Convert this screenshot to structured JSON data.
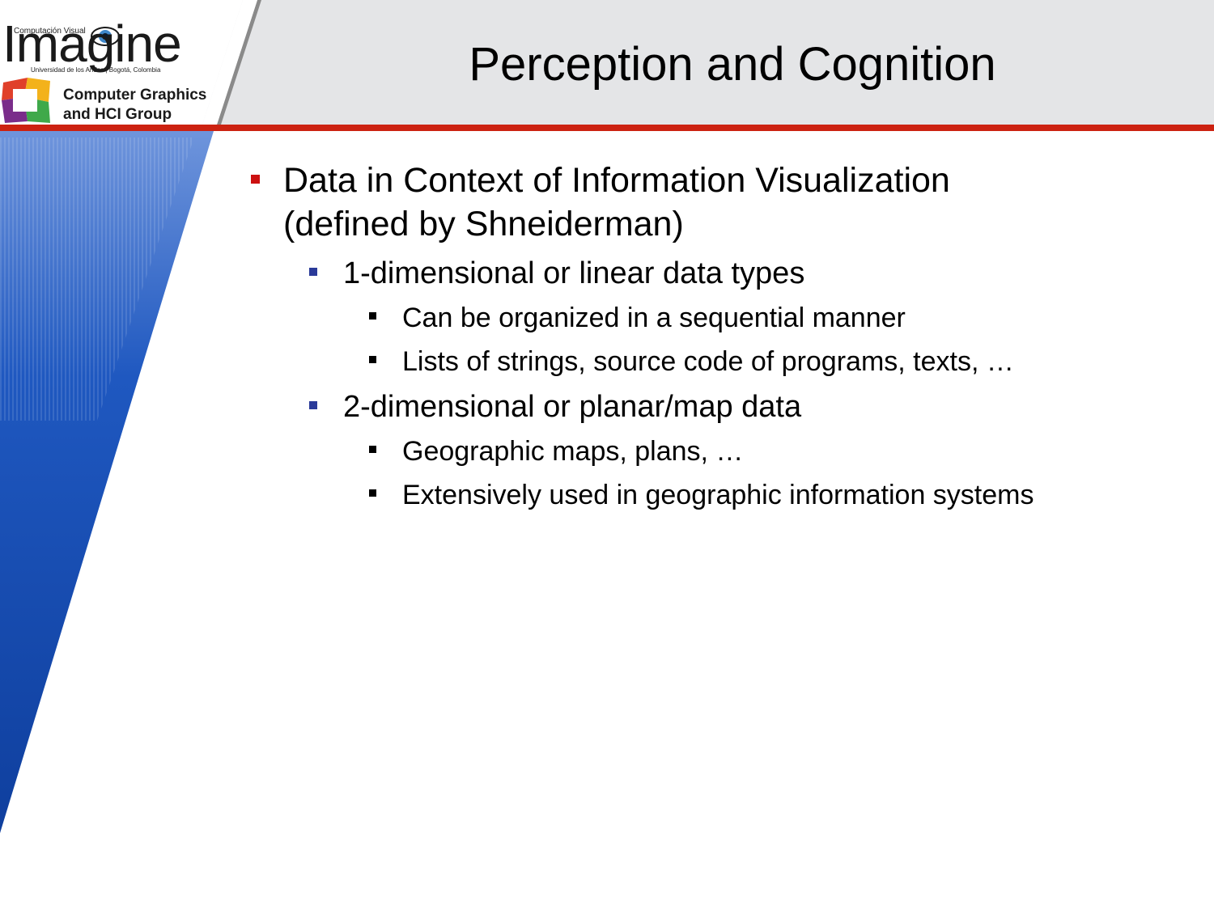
{
  "header": {
    "title": "Perception and Cognition"
  },
  "logo": {
    "wordmark": "Imagine",
    "top_text": "Computación Visual",
    "bottom_text": "Universidad de los Andes | Bogotá, Colombia",
    "group_line1": "Computer Graphics",
    "group_line2": "and HCI Group"
  },
  "colors": {
    "accent_red": "#cc2211",
    "header_gray": "#e4e5e7",
    "side_blue": "#1545a5",
    "level2_bullet": "#2a3a99"
  },
  "content": {
    "item1": {
      "line1": "Data in Context of Information Visualization",
      "line2": "(defined by Shneiderman)"
    },
    "item1_1": "1-dimensional or linear data types",
    "item1_1_1": "Can be organized in a sequential manner",
    "item1_1_2": "Lists of strings, source code of programs, texts, …",
    "item1_2": "2-dimensional or planar/map data",
    "item1_2_1": "Geographic maps, plans, …",
    "item1_2_2": "Extensively used in geographic information systems"
  }
}
